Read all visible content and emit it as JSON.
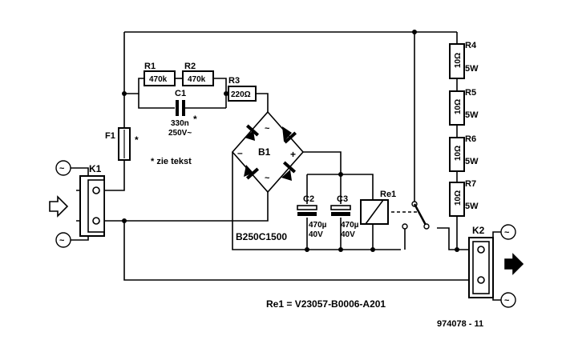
{
  "components": {
    "r1": {
      "ref": "R1",
      "value": "470k"
    },
    "r2": {
      "ref": "R2",
      "value": "470k"
    },
    "r3": {
      "ref": "R3",
      "value": "220Ω"
    },
    "c1": {
      "ref": "C1",
      "value": "330n",
      "rating": "250V~",
      "mark": "*"
    },
    "f1": {
      "ref": "F1",
      "mark": "*"
    },
    "b1": {
      "ref": "B1",
      "part": "B250C1500",
      "minus": "–",
      "plus": "+",
      "ac": "~"
    },
    "c2": {
      "ref": "C2",
      "value": "470µ",
      "voltage": "40V"
    },
    "c3": {
      "ref": "C3",
      "value": "470µ",
      "voltage": "40V"
    },
    "re1": {
      "ref": "Re1"
    },
    "r4": {
      "ref": "R4",
      "value": "10Ω",
      "power": "5W"
    },
    "r5": {
      "ref": "R5",
      "value": "10Ω",
      "power": "5W"
    },
    "r6": {
      "ref": "R6",
      "value": "10Ω",
      "power": "5W"
    },
    "r7": {
      "ref": "R7",
      "value": "10Ω",
      "power": "5W"
    },
    "k1": {
      "ref": "K1"
    },
    "k2": {
      "ref": "K2"
    }
  },
  "note": "* zie tekst",
  "relay_type": "Re1 = V23057-B0006-A201",
  "figure_number": "974078 - 11",
  "ac_symbol": "~"
}
